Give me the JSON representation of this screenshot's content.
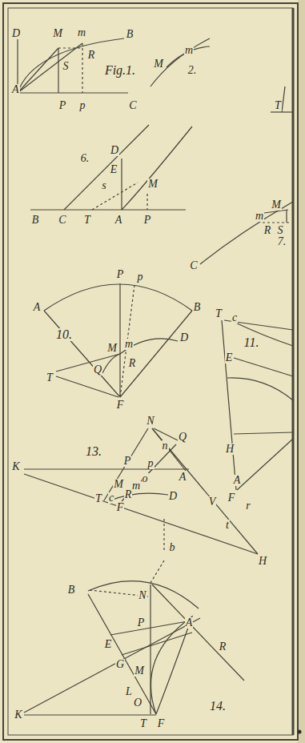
{
  "diagram": {
    "labels": [
      "D",
      "M",
      "m",
      "B",
      "R",
      "S",
      "A",
      "P",
      "p",
      "C",
      "Fig.1.",
      "M",
      "m",
      "2.",
      "T",
      "6.",
      "D",
      "E",
      "M",
      "s",
      "B",
      "C",
      "T",
      "A",
      "P",
      "M",
      "m",
      "R",
      "S",
      "7.",
      "C",
      "P",
      "p",
      "A",
      "10.",
      "B",
      "M",
      "m",
      "D",
      "R",
      "Q",
      "T",
      "F",
      "T",
      "c",
      "E",
      "11.",
      "H",
      "A",
      "F",
      "r",
      "N",
      "Q",
      "n",
      "13.",
      "K",
      "P",
      "p",
      "A",
      "o",
      "M",
      "m",
      "R",
      "T",
      "c",
      "F",
      "D",
      "V",
      "t",
      "H",
      "b",
      "B",
      "N",
      "E",
      "P",
      "A",
      "R",
      "G",
      "M",
      "L",
      "O",
      "K",
      "T",
      "F",
      "14."
    ]
  }
}
